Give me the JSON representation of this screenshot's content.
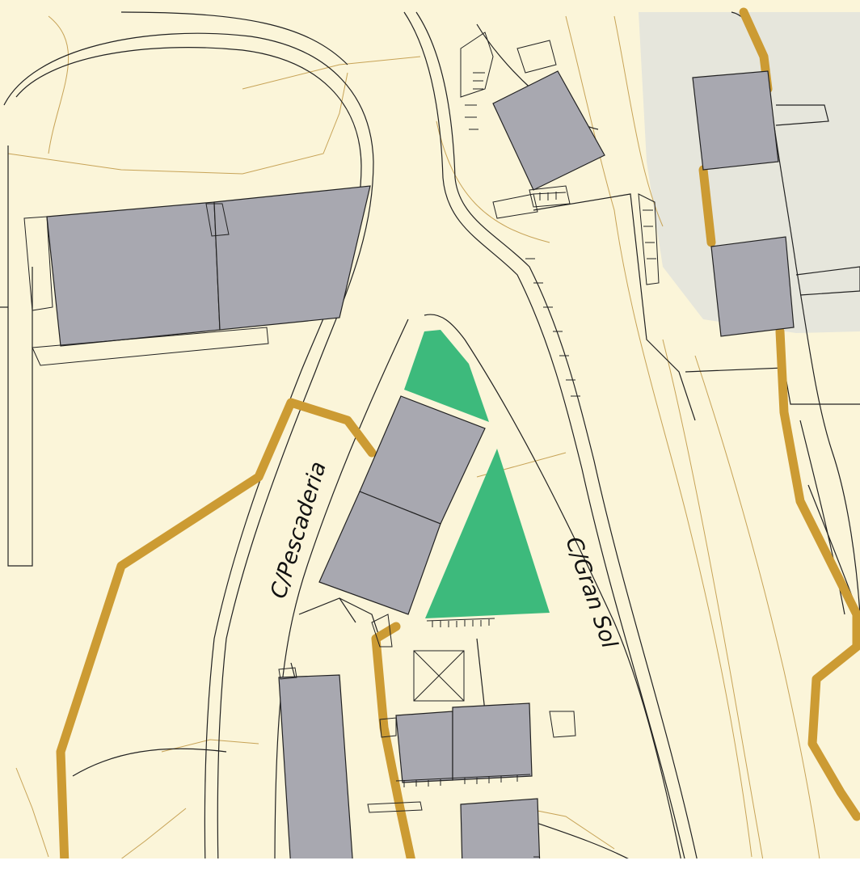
{
  "map": {
    "streets": [
      {
        "id": "pescaderia",
        "label": "C/Pescaderia"
      },
      {
        "id": "gran-sol",
        "label": "C/Gran Sol"
      }
    ],
    "colors": {
      "land": "#fbf5d9",
      "shaded_area": "#e6e6dc",
      "building": "#a8a8b0",
      "green_area": "#3dba7c",
      "boundary_line": "#cc9b33",
      "outline": "#222222",
      "contour": "#c7a357"
    }
  }
}
